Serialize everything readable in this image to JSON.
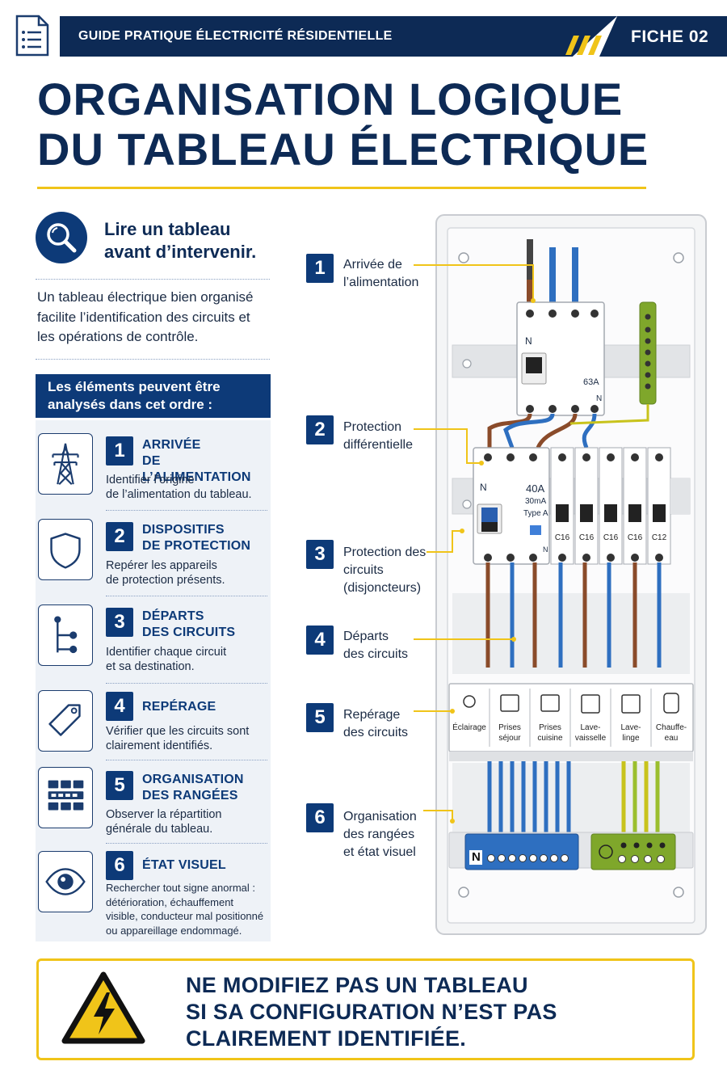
{
  "header": {
    "band_title": "GUIDE PRATIQUE ÉLECTRICITÉ RÉSIDENTIELLE",
    "fiche_label": "FICHE 02"
  },
  "title": {
    "line1": "ORGANISATION LOGIQUE",
    "line2": "DU TABLEAU ÉLECTRIQUE"
  },
  "intro": {
    "heading_line1": "Lire un tableau",
    "heading_line2": "avant d’intervenir.",
    "text": "Un tableau électrique bien organisé facilite l’identification des circuits et les opérations de contrôle."
  },
  "steps_header": "Les éléments peuvent être analysés dans cet ordre :",
  "steps": [
    {
      "num": "1",
      "title_l1": "ARRIVÉE",
      "title_l2": "DE L’ALIMENTATION",
      "desc_l1": "Identifier l’origine",
      "desc_l2": "de l’alimentation du tableau.",
      "icon": "pylon-icon"
    },
    {
      "num": "2",
      "title_l1": "DISPOSITIFS",
      "title_l2": "DE PROTECTION",
      "desc_l1": "Repérer les appareils",
      "desc_l2": "de protection présents.",
      "icon": "shield-icon"
    },
    {
      "num": "3",
      "title_l1": "DÉPARTS",
      "title_l2": "DES CIRCUITS",
      "desc_l1": "Identifier chaque circuit",
      "desc_l2": "et sa destination.",
      "icon": "branch-icon"
    },
    {
      "num": "4",
      "title_l1": "REPÉRAGE",
      "title_l2": "",
      "desc_l1": "Vérifier que les circuits sont",
      "desc_l2": "clairement identifiés.",
      "icon": "tag-icon"
    },
    {
      "num": "5",
      "title_l1": "ORGANISATION",
      "title_l2": "DES RANGÉES",
      "desc_l1": "Observer la répartition",
      "desc_l2": "générale du tableau.",
      "icon": "rows-icon"
    },
    {
      "num": "6",
      "title_l1": "ÉTAT VISUEL",
      "title_l2": "",
      "desc_l1": "Rechercher tout signe anormal :",
      "desc_l2": "détérioration, échauffement",
      "desc_l3": "visible, conducteur mal positionné",
      "desc_l4": "ou appareillage endommagé.",
      "icon": "eye-icon"
    }
  ],
  "callouts": [
    {
      "num": "1",
      "l1": "Arrivée de",
      "l2": "l’alimentation"
    },
    {
      "num": "2",
      "l1": "Protection",
      "l2": "différentielle"
    },
    {
      "num": "3",
      "l1": "Protection des",
      "l2": "circuits",
      "l3": "(disjoncteurs)"
    },
    {
      "num": "4",
      "l1": "Départs",
      "l2": "des circuits"
    },
    {
      "num": "5",
      "l1": "Repérage",
      "l2": "des circuits"
    },
    {
      "num": "6",
      "l1": "Organisation",
      "l2": "des rangées",
      "l3": "et état visuel"
    }
  ],
  "panel": {
    "main_breaker": {
      "pole": "N",
      "rating": "63A",
      "pole_bottom": "N"
    },
    "rcd": {
      "pole": "N",
      "rating": "40A",
      "sensitivity": "30mA",
      "type": "Type A",
      "pole_bottom": "N"
    },
    "breakers": [
      "C16",
      "C16",
      "C16",
      "C16",
      "C12"
    ],
    "labels": [
      {
        "l1": "Éclairage",
        "l2": ""
      },
      {
        "l1": "Prises",
        "l2": "séjour"
      },
      {
        "l1": "Prises",
        "l2": "cuisine"
      },
      {
        "l1": "Lave-",
        "l2": "vaisselle"
      },
      {
        "l1": "Lave-",
        "l2": "linge"
      },
      {
        "l1": "Chauffe-",
        "l2": "eau"
      }
    ],
    "neutral_bar_label": "N",
    "colors": {
      "phase": "#8a4b2a",
      "neutral": "#2e6fc0",
      "earth": "#9bbf2e",
      "earth_stripe": "#e6c81d"
    }
  },
  "warning": {
    "l1": "NE MODIFIEZ PAS UN TABLEAU",
    "l2": "SI SA CONFIGURATION N’EST PAS",
    "l3": "CLAIREMENT IDENTIFIÉE."
  },
  "colors": {
    "navy": "#0d2a55",
    "accent_yellow": "#f0c419",
    "blue": "#0d3a78"
  }
}
